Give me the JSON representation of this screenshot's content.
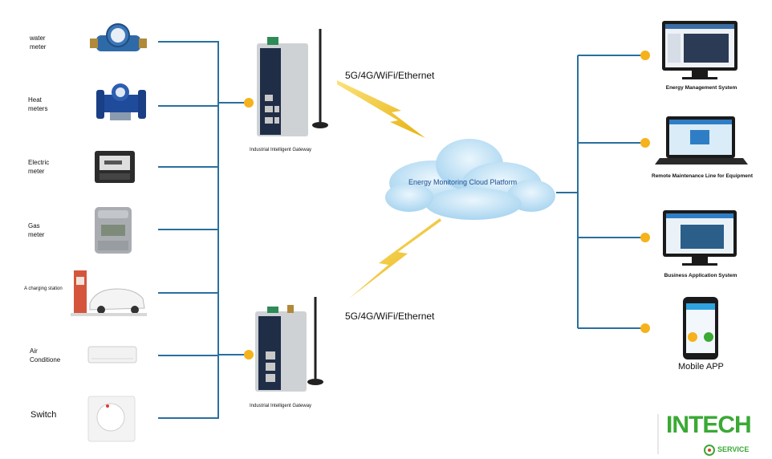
{
  "devices": [
    {
      "name": "water-meter",
      "label": "water\nmeter"
    },
    {
      "name": "heat-meter",
      "label": "Heat\nmeters"
    },
    {
      "name": "electric-meter",
      "label": "Electric\nmeter"
    },
    {
      "name": "gas-meter",
      "label": "Gas\nmeter"
    },
    {
      "name": "charging-station",
      "label": "A charging station"
    },
    {
      "name": "air-conditioner",
      "label": "Air\nConditione"
    },
    {
      "name": "switch",
      "label": "Switch"
    }
  ],
  "gateways": {
    "top_label": "Industrial Intelligent Gateway",
    "bottom_label": "Industrial Intelligent Gateway"
  },
  "network": {
    "top_label": "5G/4G/WiFi/Ethernet",
    "bottom_label": "5G/4G/WiFi/Ethernet"
  },
  "cloud": {
    "label": "Energy Monitoring Cloud Platform"
  },
  "systems": [
    {
      "name": "energy-management-system",
      "label": "Energy Management System"
    },
    {
      "name": "remote-maintenance",
      "label": "Remote Maintenance Line for Equipment"
    },
    {
      "name": "business-application-system",
      "label": "Business Application System"
    },
    {
      "name": "mobile-app",
      "label": "Mobile APP"
    }
  ],
  "brand": {
    "main": "INTECH",
    "sub": "SERVICE"
  },
  "colors": {
    "line": "#2a6f9e",
    "node": "#f5b21b",
    "bolt": "#f1c21b",
    "cloud": "#bfe0f5",
    "brand_green": "#3aa935",
    "brand_red": "#e23a2e"
  }
}
